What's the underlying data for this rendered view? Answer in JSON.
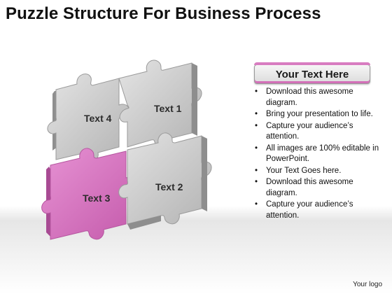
{
  "title": "Puzzle Structure For Business Process",
  "pieces": [
    {
      "label": "Text 4",
      "color": "#c9c9c9"
    },
    {
      "label": "Text 1",
      "color": "#c9c9c9"
    },
    {
      "label": "Text 3",
      "color": "#d46fbd"
    },
    {
      "label": "Text 2",
      "color": "#c9c9c9"
    }
  ],
  "panel": {
    "header": "Your Text Here",
    "accent_color": "#d87cc0",
    "bullets": [
      "Download this awesome diagram.",
      "Bring your presentation to life.",
      "Capture your audience’s attention.",
      "All images are 100% editable in PowerPoint.",
      "Your Text Goes here.",
      "Download this awesome diagram.",
      "Capture your audience’s attention."
    ]
  },
  "logo_text": "Your logo"
}
